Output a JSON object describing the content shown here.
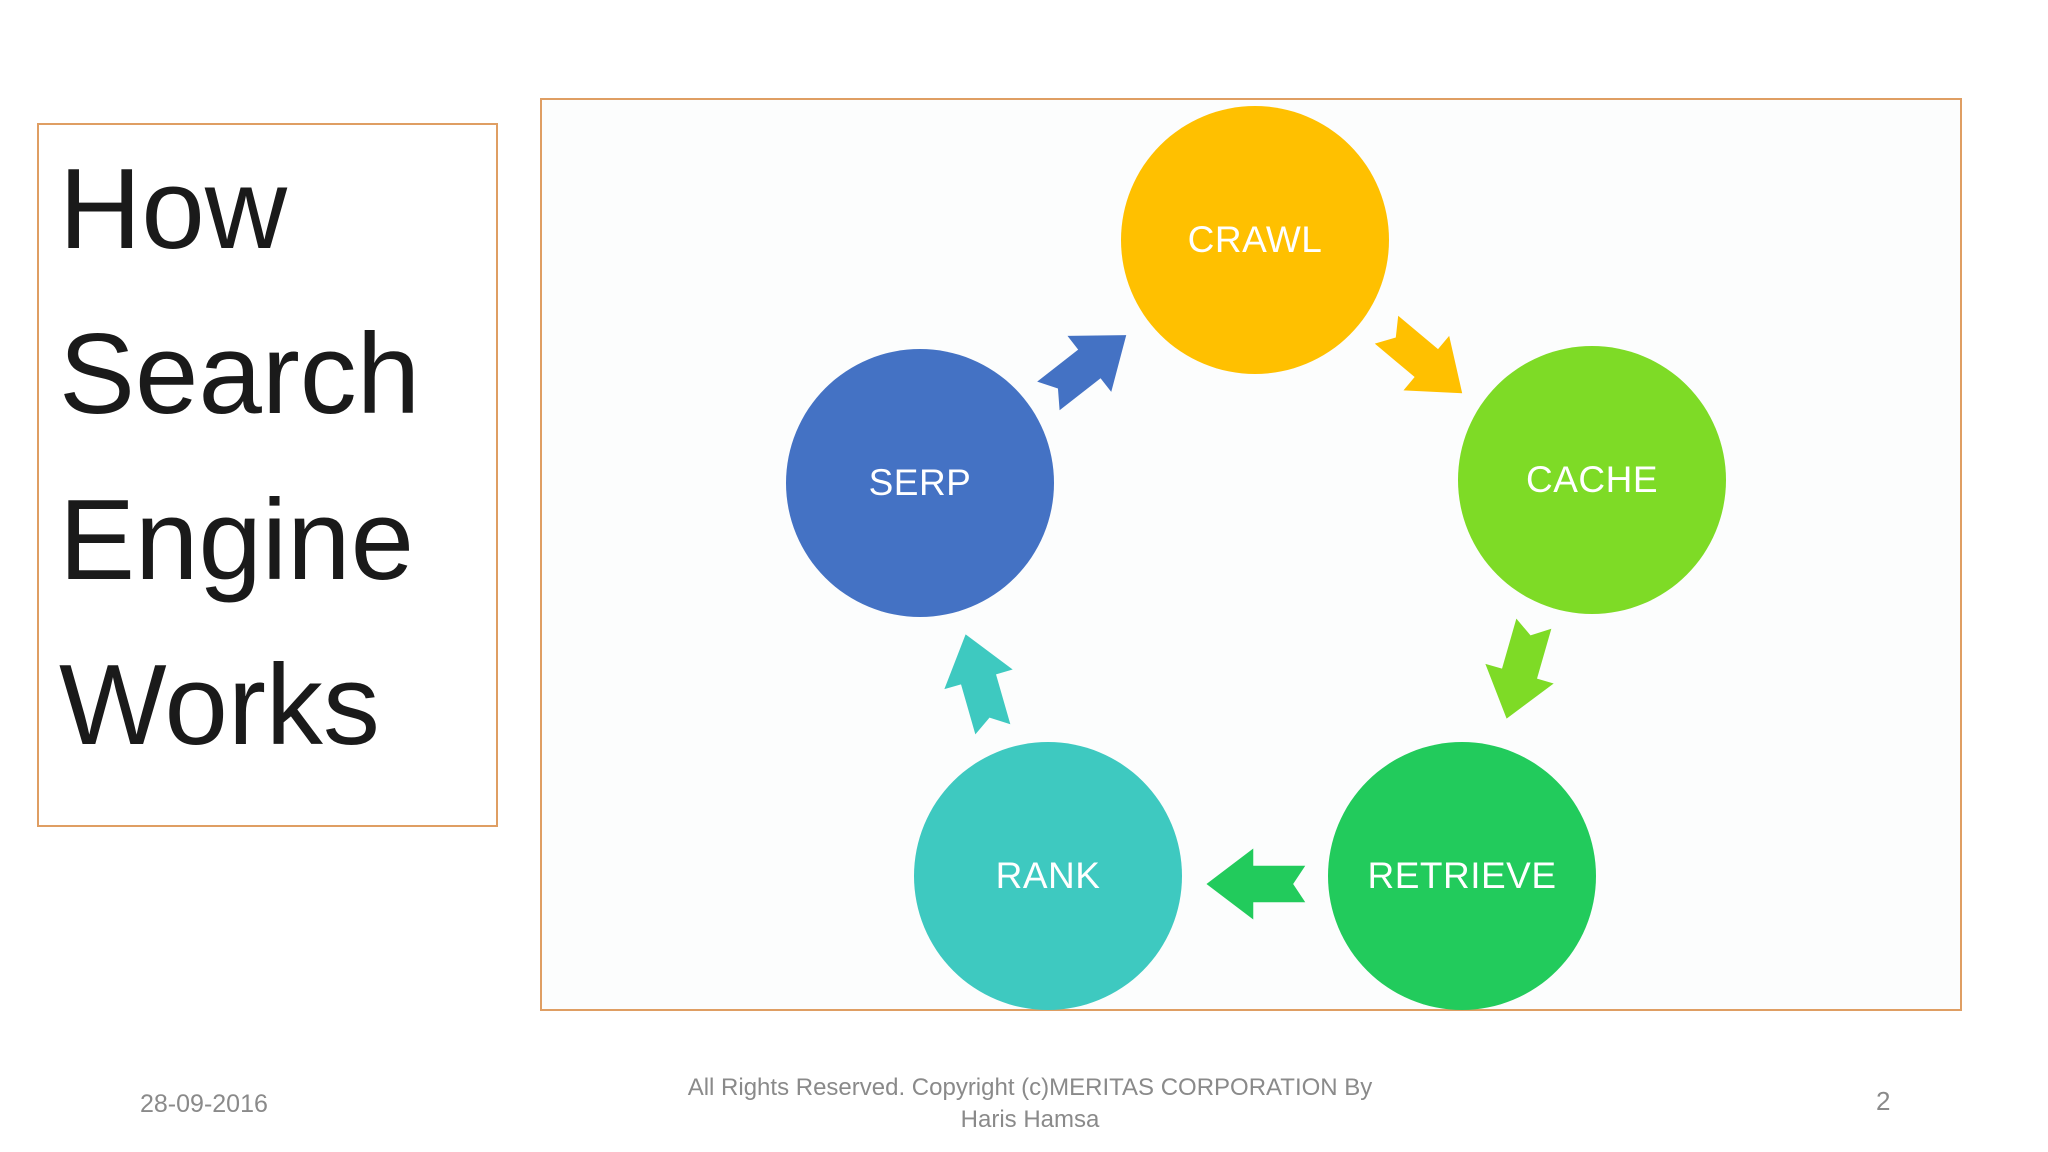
{
  "slide": {
    "title": "How Search Engine Works",
    "date": "28-09-2016",
    "footer": {
      "line1": "All Rights Reserved. Copyright (c)MERITAS CORPORATION By",
      "line2": "Haris Hamsa"
    },
    "page_number": "2"
  },
  "theme": {
    "frame_border_color": "#DF9E63",
    "background": "#FFFFFF",
    "footer_text_color": "#8A8A8A",
    "title_text_color": "#1A1A1A",
    "circle_text_color": "#FFFFFF"
  },
  "diagram": {
    "type": "cycle",
    "steps": [
      {
        "label": "CRAWL",
        "color": "#FFC000"
      },
      {
        "label": "CACHE",
        "color": "#7EDB26"
      },
      {
        "label": "RETRIEVE",
        "color": "#22CB5C"
      },
      {
        "label": "RANK",
        "color": "#3EC9C0"
      },
      {
        "label": "SERP",
        "color": "#4472C4"
      }
    ],
    "arrows": [
      {
        "name": "serp-to-crawl",
        "from": "SERP",
        "to": "CRAWL"
      },
      {
        "name": "crawl-to-cache",
        "from": "CRAWL",
        "to": "CACHE"
      },
      {
        "name": "cache-to-retrieve",
        "from": "CACHE",
        "to": "RETRIEVE"
      },
      {
        "name": "retrieve-to-rank",
        "from": "RETRIEVE",
        "to": "RANK"
      },
      {
        "name": "rank-to-serp",
        "from": "RANK",
        "to": "SERP"
      }
    ]
  }
}
